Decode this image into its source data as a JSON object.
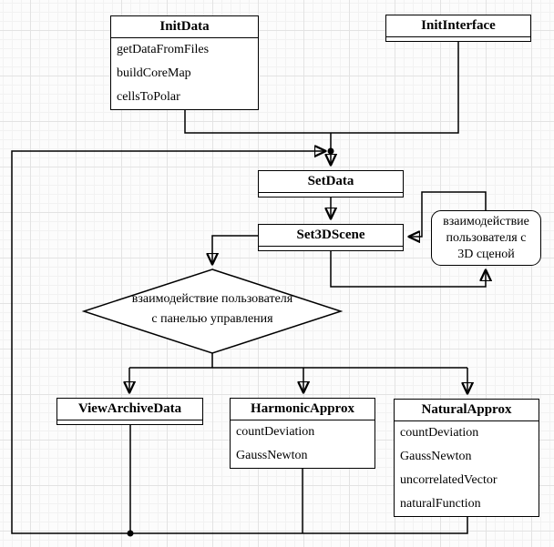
{
  "nodes": {
    "init_data": {
      "title": "InitData",
      "methods": [
        "getDataFromFiles",
        "buildCoreMap",
        "cellsToPolar"
      ]
    },
    "init_interface": {
      "title": "InitInterface"
    },
    "set_data": {
      "title": "SetData"
    },
    "set_3d_scene": {
      "title": "Set3DScene"
    },
    "user_scene_interaction": {
      "lines": [
        "взаимодействие",
        "пользователя с",
        "3D сценой"
      ]
    },
    "control_panel_decision": {
      "lines": [
        "взаимодействие пользователя",
        "с панелью управления"
      ]
    },
    "view_archive_data": {
      "title": "ViewArchiveData"
    },
    "harmonic_approx": {
      "title": "HarmonicApprox",
      "methods": [
        "countDeviation",
        "GaussNewton"
      ]
    },
    "natural_approx": {
      "title": "NaturalApprox",
      "methods": [
        "countDeviation",
        "GaussNewton",
        "uncorrelatedVector",
        "naturalFunction"
      ]
    }
  },
  "colors": {
    "line": "#000000",
    "node_fill": "#ffffff",
    "grid_minor": "#f2f2f2",
    "grid_major": "#e3e3e3",
    "canvas": "#fcfcfc"
  }
}
